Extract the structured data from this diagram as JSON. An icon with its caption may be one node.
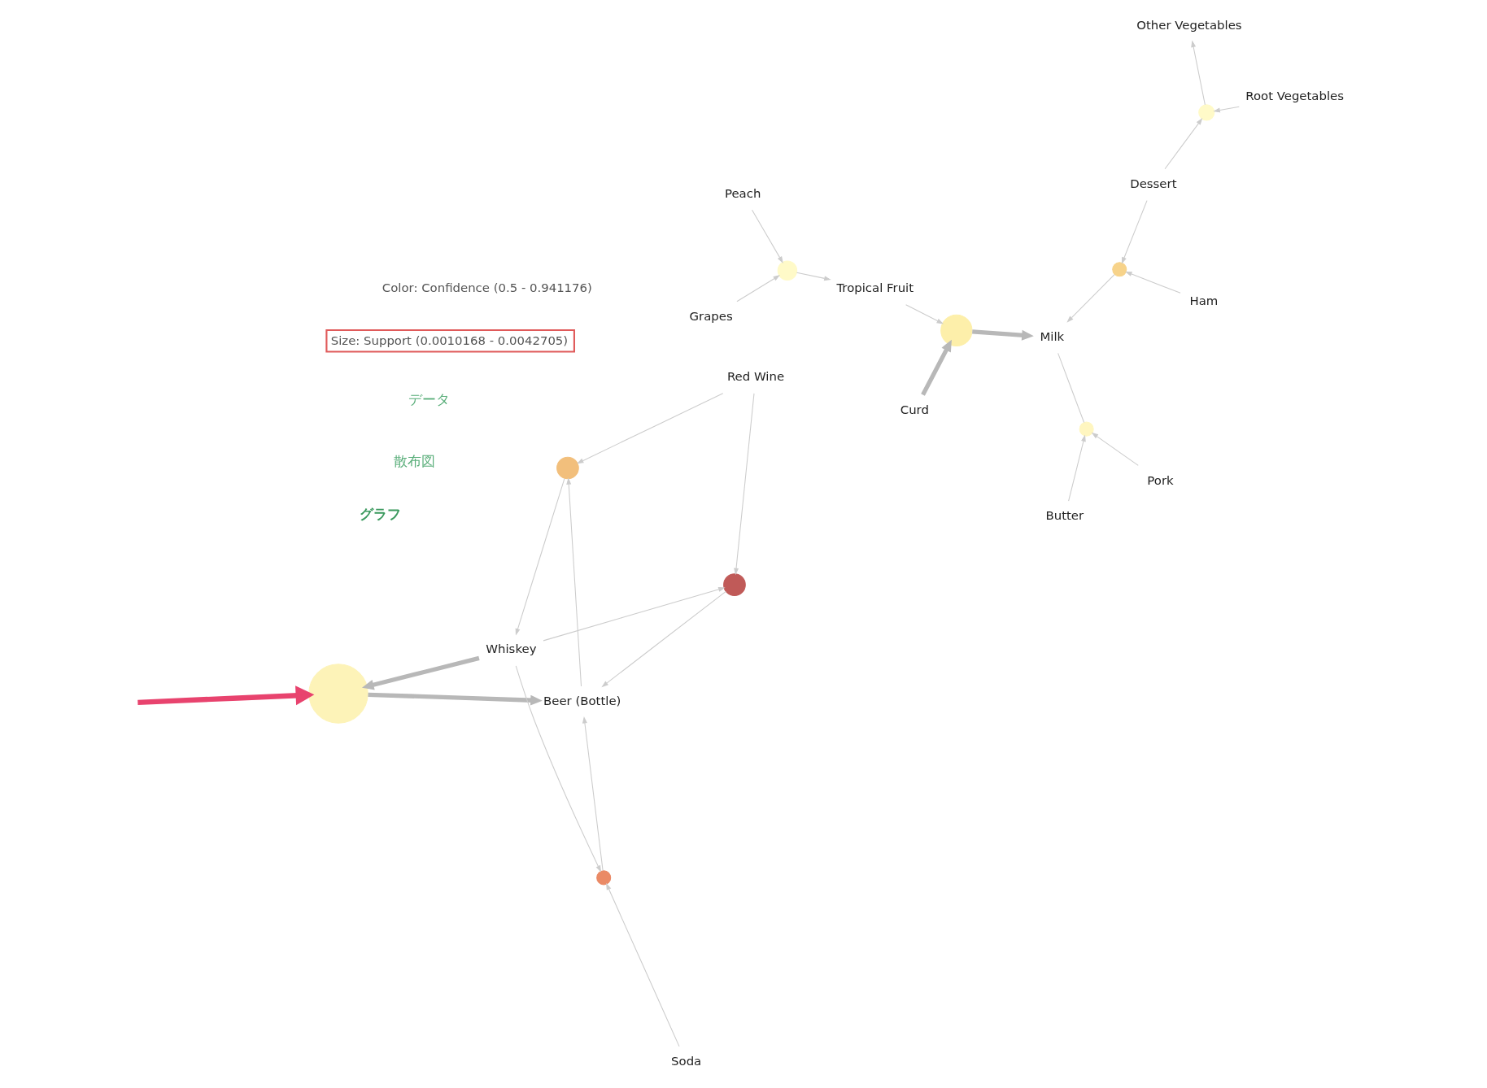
{
  "diagram": {
    "nodes": [
      {
        "text": [],
        "shape": "circle"
      },
      {
        "text": [
          "Peach"
        ]
      },
      {
        "text": [
          "Tropical Fruit"
        ]
      },
      {
        "text": [
          "Grapes"
        ]
      },
      {
        "text": [],
        "shape": "circle"
      },
      {
        "text": [],
        "shape": "circle"
      },
      {
        "text": [],
        "shape": "circle"
      },
      {
        "text": [
          "Butter"
        ]
      },
      {
        "text": [
          "Curd"
        ]
      },
      {
        "text": [
          "Beer (Bottle)"
        ]
      },
      {
        "text": [
          "Whiskey"
        ]
      },
      {
        "text": [
          "Red Wine"
        ]
      },
      {
        "text": [
          "Milk"
        ]
      },
      {
        "text": [],
        "shape": "circle"
      },
      {
        "text": [],
        "shape": "circle"
      },
      {
        "text": [],
        "shape": "circle"
      },
      {
        "text": [],
        "shape": "circle"
      },
      {
        "text": [
          "Pork"
        ]
      },
      {
        "text": [
          "Soda"
        ]
      },
      {
        "text": [
          "Other Vegetables"
        ]
      },
      {
        "text": [
          "Ham"
        ]
      },
      {
        "text": [
          "Root Vegetables"
        ]
      },
      {
        "text": [
          "Dessert"
        ]
      },
      {
        "text": [],
        "shape": "circle"
      }
    ],
    "edges": [
      {
        "from": 1,
        "to": 0,
        "arrow": "to"
      },
      {
        "from": 3,
        "to": 0,
        "arrow": "to"
      },
      {
        "from": 0,
        "to": 2,
        "arrow": "to"
      },
      {
        "from": 2,
        "to": 5,
        "arrow": "to"
      },
      {
        "from": 8,
        "to": 5,
        "arrow": "to",
        "style": "thick"
      },
      {
        "from": 5,
        "to": 12,
        "arrow": "to",
        "style": "thick"
      },
      {
        "from": 7,
        "to": 13,
        "arrow": "to"
      },
      {
        "from": 17,
        "to": 13,
        "arrow": "to"
      },
      {
        "from": 13,
        "to": 12,
        "arrow": "none"
      },
      {
        "from": 22,
        "to": 16,
        "arrow": "to"
      },
      {
        "from": 20,
        "to": 16,
        "arrow": "to"
      },
      {
        "from": 16,
        "to": 12,
        "arrow": "to"
      },
      {
        "from": 22,
        "to": 23,
        "arrow": "to"
      },
      {
        "from": 21,
        "to": 23,
        "arrow": "to"
      },
      {
        "from": 23,
        "to": 19,
        "arrow": "to"
      },
      {
        "from": 10,
        "to": 4,
        "arrow": "to",
        "style": "thick"
      },
      {
        "from": 4,
        "to": 9,
        "arrow": "to",
        "style": "thick"
      },
      {
        "from": 11,
        "to": 6,
        "arrow": "to"
      },
      {
        "from": 10,
        "to": 6,
        "arrow": "to"
      },
      {
        "from": 6,
        "to": 9,
        "arrow": "to"
      },
      {
        "from": 11,
        "to": 14,
        "arrow": "to"
      },
      {
        "from": 9,
        "to": 14,
        "arrow": "to"
      },
      {
        "from": 14,
        "to": 10,
        "arrow": "to"
      },
      {
        "from": 10,
        "to": 15,
        "arrow": "to"
      },
      {
        "from": 18,
        "to": 15,
        "arrow": "to"
      },
      {
        "from": 15,
        "to": 9,
        "arrow": "to"
      },
      {
        "from": null,
        "to": 4,
        "arrow": "to",
        "style": "thick",
        "color": "#e8436e"
      }
    ],
    "labels": [
      "グラフ",
      "散布図",
      "データ",
      "Size: Support (0.0010168 - 0.0042705)",
      "Color: Confidence (0.5 - 0.941176)"
    ]
  }
}
